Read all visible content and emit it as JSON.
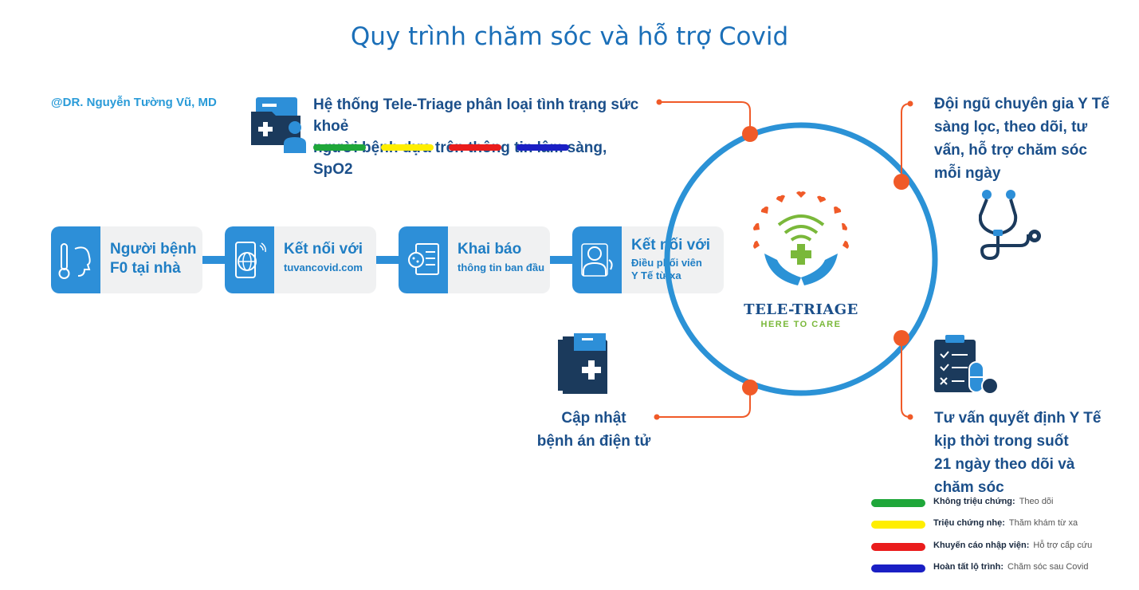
{
  "title": "Quy trình chăm sóc và hỗ trợ Covid",
  "author": "@DR. Nguyễn Tường Vũ, MD",
  "triage": {
    "line1": "Hệ thống Tele-Triage phân loại tình trạng sức khoẻ",
    "line2": "người bệnh dựa trên thông tin lâm sàng, SpO2"
  },
  "colors": {
    "green": "#1fa73a",
    "yellow": "#ffee00",
    "red": "#ea1c1c",
    "blue": "#1a1fc4",
    "accent_blue": "#2d8fd8",
    "ring_blue": "#2b92d6",
    "orange": "#f05a28",
    "navy": "#1b3a5c"
  },
  "steps": [
    {
      "big": "Người bệnh",
      "big2": "F0 tại nhà",
      "small": "",
      "small2": "",
      "icon": "patient-thermometer-icon"
    },
    {
      "big": "Kết nối với",
      "big2": "",
      "small": "tuvancovid.com",
      "small2": "",
      "icon": "phone-globe-icon"
    },
    {
      "big": "Khai báo",
      "big2": "",
      "small": "thông tin ban đầu",
      "small2": "",
      "icon": "virus-form-icon"
    },
    {
      "big": "Kết nối với",
      "big2": "",
      "small": "Điều phối viên",
      "small2": "Y Tế từ xa",
      "icon": "coordinator-icon"
    }
  ],
  "right_top": [
    "Đội ngũ chuyên gia Y Tế",
    "sàng lọc, theo dõi, tư",
    "vấn, hỗ trợ chăm sóc",
    "mỗi ngày"
  ],
  "right_bottom": [
    "Tư vấn quyết định Y Tế",
    "kịp thời trong suốt",
    "21 ngày theo dõi và",
    "chăm sóc"
  ],
  "update": [
    "Cập nhật",
    "bệnh án điện tử"
  ],
  "logo": {
    "name": "TELE-TRIAGE",
    "tagline": "HERE TO CARE"
  },
  "legend": [
    {
      "label": "Không triệu chứng:",
      "desc": "Theo dõi",
      "color": "#1fa73a"
    },
    {
      "label": "Triệu chứng nhẹ:",
      "desc": "Thăm khám từ xa",
      "color": "#ffee00"
    },
    {
      "label": "Khuyến cáo nhập viện:",
      "desc": "Hỗ trợ cấp cứu",
      "color": "#ea1c1c"
    },
    {
      "label": "Hoàn tất lộ trình:",
      "desc": "Chăm sóc sau Covid",
      "color": "#1a1fc4"
    }
  ]
}
